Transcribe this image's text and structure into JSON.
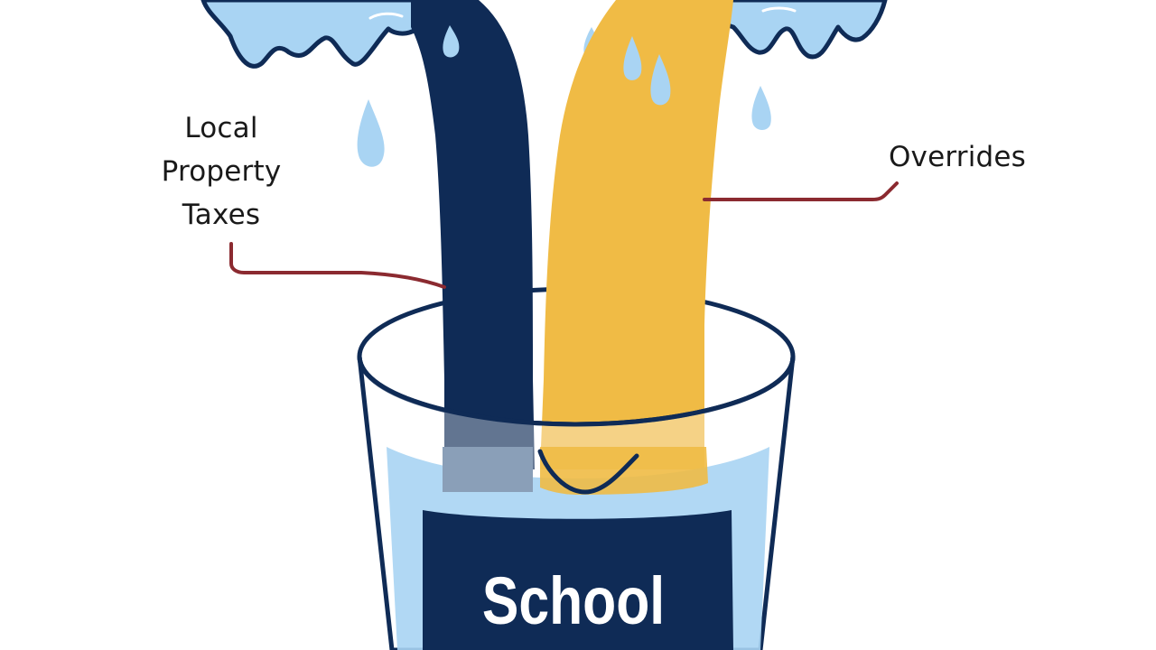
{
  "labels": {
    "left_line1": "Local",
    "left_line2": "Property",
    "left_line3": "Taxes",
    "right": "Overrides",
    "cup_title": "School"
  },
  "colors": {
    "navy": "#0f2b56",
    "gold": "#f0bb45",
    "water": "#a9d4f3",
    "connector": "#8b2a30",
    "outline": "#0f2b56"
  }
}
